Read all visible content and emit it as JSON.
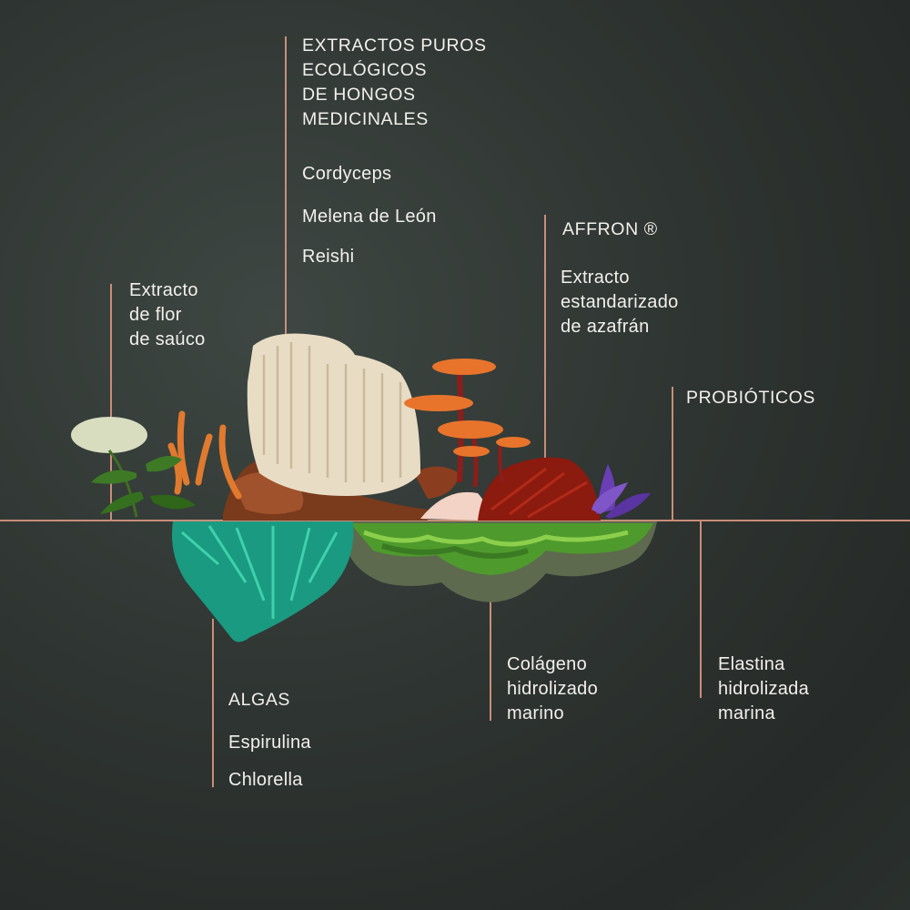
{
  "mushrooms": {
    "heading": "EXTRACTOS PUROS\nECOLÓGICOS\nDE HONGOS\nMEDICINALES",
    "items": [
      "Cordyceps",
      "Melena de León",
      "Reishi"
    ]
  },
  "elder": {
    "text": "Extracto\nde flor\nde saúco"
  },
  "affron": {
    "heading": "AFFRON ®",
    "text": "Extracto\nestandarizado\nde azafrán"
  },
  "probiotics": {
    "heading": "PROBIÓTICOS"
  },
  "algae": {
    "heading": "ALGAS",
    "items": [
      "Espirulina",
      "Chlorella"
    ]
  },
  "collagen": {
    "text": "Colágeno\nhidrolizado\nmarino"
  },
  "elastin": {
    "text": "Elastina\nhidrolizada\nmarina"
  },
  "colors": {
    "line": "#c98e78",
    "text": "#f2f0ec",
    "background": "#2f3532"
  }
}
